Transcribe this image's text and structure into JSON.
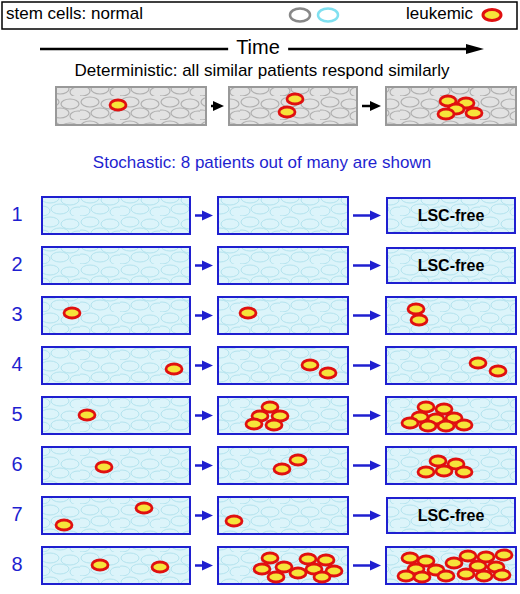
{
  "diagram": {
    "nodes": [
      {
        "text": [
          "LSC-free"
        ]
      },
      {
        "text": [
          "LSC-free"
        ]
      },
      {
        "text": [
          "LSC-free"
        ]
      }
    ],
    "labels": [
      "Time",
      "Deterministic: all similar patients respond similarly",
      "Stochastic: 8 patients out of many are shown",
      "1",
      "2",
      "3",
      "4",
      "5",
      "6",
      "7",
      "8"
    ],
    "legend": [
      {
        "text": "stem cells: normal"
      },
      {
        "text": "leukemic"
      }
    ]
  }
}
